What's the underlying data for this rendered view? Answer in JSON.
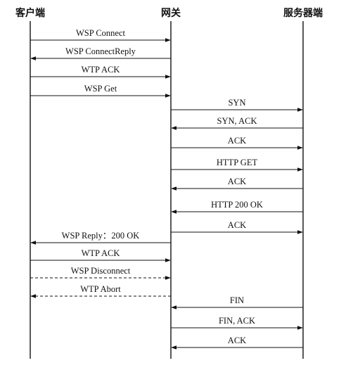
{
  "lifelines": [
    {
      "id": "client",
      "label": "客户端"
    },
    {
      "id": "gateway",
      "label": "网关"
    },
    {
      "id": "server",
      "label": "服务器端"
    }
  ],
  "messages": [
    {
      "label": "WSP Connect",
      "from": "client",
      "to": "gateway",
      "style": "solid"
    },
    {
      "label": "WSP ConnectReply",
      "from": "gateway",
      "to": "client",
      "style": "solid"
    },
    {
      "label": "WTP ACK",
      "from": "client",
      "to": "gateway",
      "style": "solid"
    },
    {
      "label": "WSP Get",
      "from": "client",
      "to": "gateway",
      "style": "solid"
    },
    {
      "label": "SYN",
      "from": "gateway",
      "to": "server",
      "style": "solid"
    },
    {
      "label": "SYN, ACK",
      "from": "server",
      "to": "gateway",
      "style": "solid"
    },
    {
      "label": "ACK",
      "from": "gateway",
      "to": "server",
      "style": "solid"
    },
    {
      "label": "HTTP GET",
      "from": "gateway",
      "to": "server",
      "style": "solid"
    },
    {
      "label": "ACK",
      "from": "server",
      "to": "gateway",
      "style": "solid"
    },
    {
      "label": "HTTP 200 OK",
      "from": "server",
      "to": "gateway",
      "style": "solid"
    },
    {
      "label": "ACK",
      "from": "gateway",
      "to": "server",
      "style": "solid"
    },
    {
      "label": "WSP Reply：200 OK",
      "from": "gateway",
      "to": "client",
      "style": "solid"
    },
    {
      "label": "WTP ACK",
      "from": "client",
      "to": "gateway",
      "style": "solid"
    },
    {
      "label": "WSP Disconnect",
      "from": "client",
      "to": "gateway",
      "style": "dashed"
    },
    {
      "label": "WTP Abort",
      "from": "gateway",
      "to": "client",
      "style": "dashed"
    },
    {
      "label": "FIN",
      "from": "server",
      "to": "gateway",
      "style": "solid"
    },
    {
      "label": "FIN, ACK",
      "from": "gateway",
      "to": "server",
      "style": "solid"
    },
    {
      "label": "ACK",
      "from": "server",
      "to": "gateway",
      "style": "solid"
    }
  ],
  "colors": {
    "line": "#111111",
    "background": "#ffffff"
  }
}
